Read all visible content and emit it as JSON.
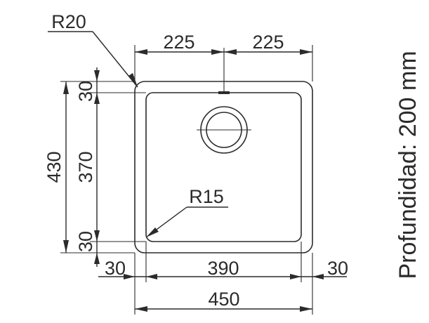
{
  "labels": {
    "radius_outer": "R20",
    "radius_inner": "R15",
    "top_left_width": "225",
    "top_right_width": "225",
    "left_total_height": "430",
    "left_top_margin": "30",
    "left_inner_height": "370",
    "left_bottom_margin": "30",
    "bottom_left_margin": "30",
    "bottom_inner_width": "390",
    "bottom_right_margin": "30",
    "bottom_total_width": "450",
    "depth": "Profundidad: 200 mm"
  }
}
